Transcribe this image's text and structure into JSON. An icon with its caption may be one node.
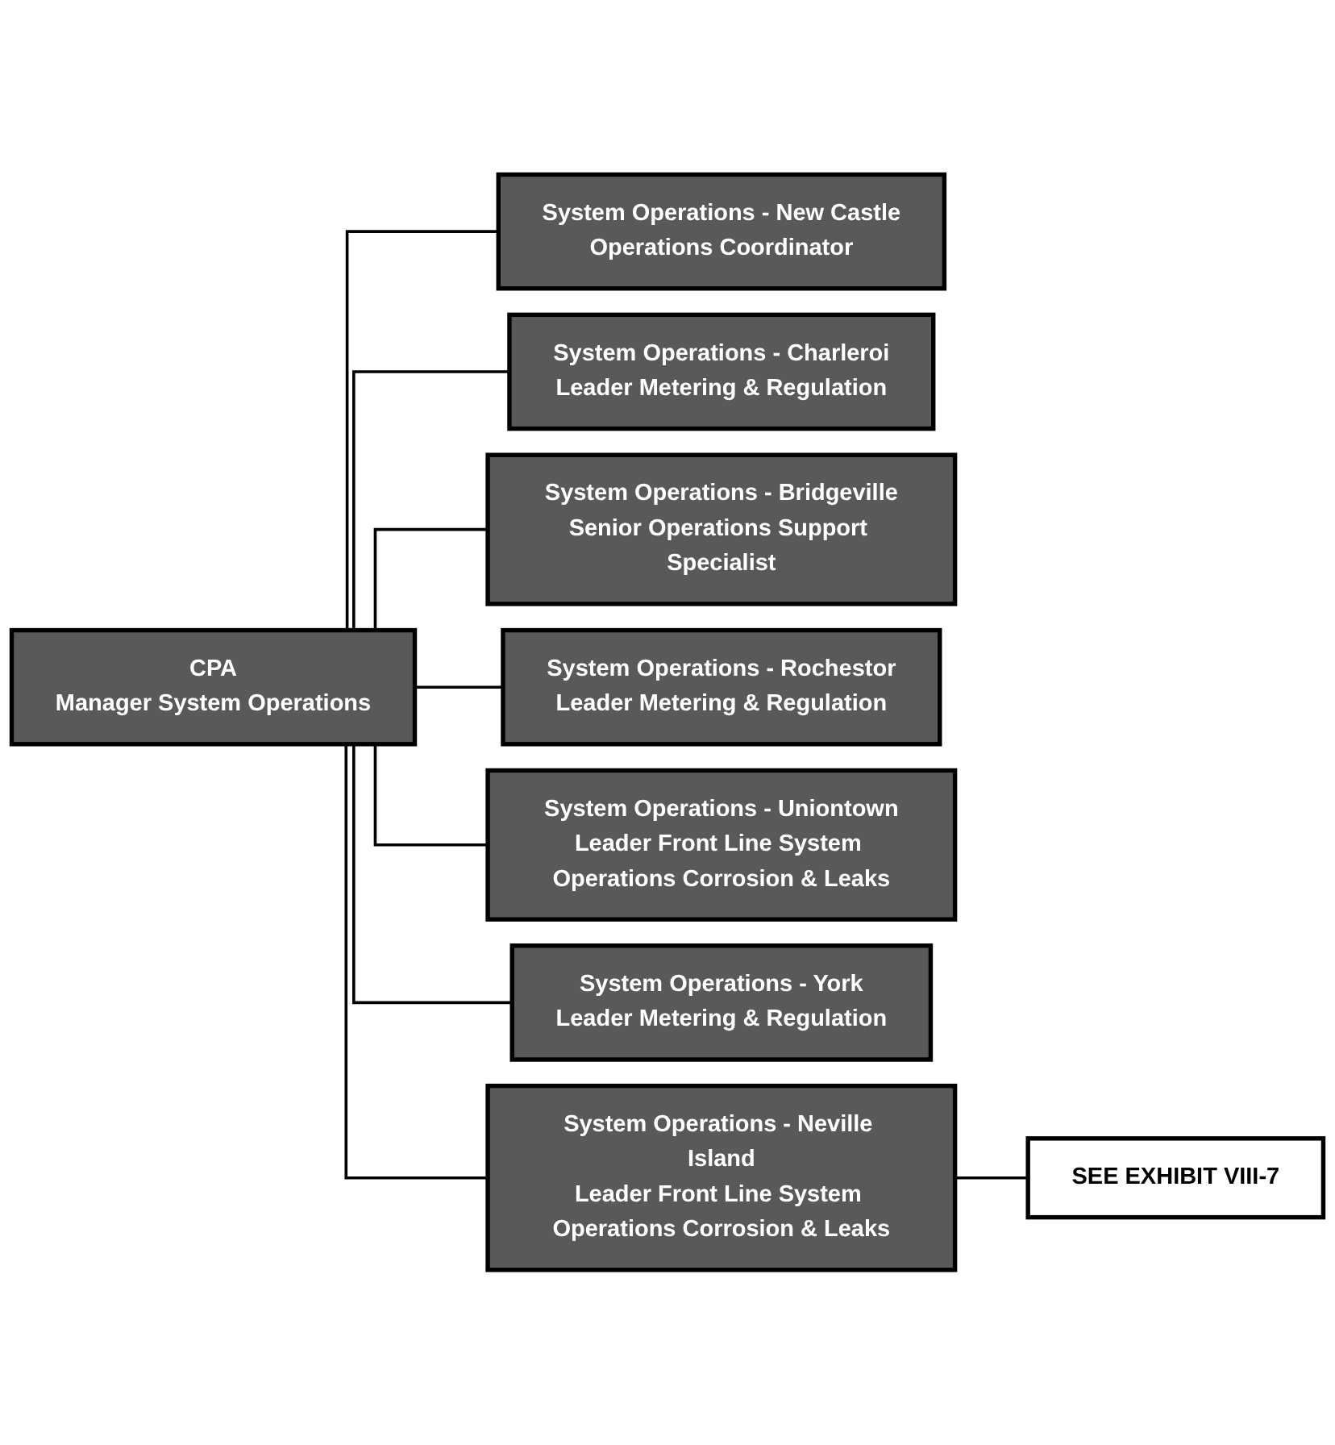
{
  "diagram": {
    "nodes": [
      {
        "text": [
          "CPA",
          "Manager System Operations"
        ]
      },
      {
        "text": [
          "System Operations - New Castle",
          "Operations Coordinator"
        ]
      },
      {
        "text": [
          "System Operations - Charleroi",
          "Leader Metering & Regulation"
        ]
      },
      {
        "text": [
          "System Operations - Bridgeville",
          "Senior Operations Support Specialist"
        ]
      },
      {
        "text": [
          "System Operations - Rochestor",
          "Leader Metering & Regulation"
        ]
      },
      {
        "text": [
          "System Operations - Uniontown",
          "Leader Front Line System Operations Corrosion & Leaks"
        ]
      },
      {
        "text": [
          "System Operations - York",
          "Leader Metering & Regulation"
        ]
      },
      {
        "text": [
          "System Operations - Neville Island",
          "Leader Front Line System Operations Corrosion & Leaks"
        ]
      },
      {
        "text": [
          "SEE EXHIBIT VIII-7"
        ]
      }
    ],
    "edges": [
      {
        "from": 0,
        "to": 1,
        "arrow": "none"
      },
      {
        "from": 0,
        "to": 2,
        "arrow": "none"
      },
      {
        "from": 0,
        "to": 3,
        "arrow": "none"
      },
      {
        "from": 0,
        "to": 4,
        "arrow": "none"
      },
      {
        "from": 0,
        "to": 5,
        "arrow": "none"
      },
      {
        "from": 0,
        "to": 6,
        "arrow": "none"
      },
      {
        "from": 0,
        "to": 7,
        "arrow": "none"
      },
      {
        "from": 7,
        "to": 8,
        "arrow": "none"
      }
    ]
  }
}
